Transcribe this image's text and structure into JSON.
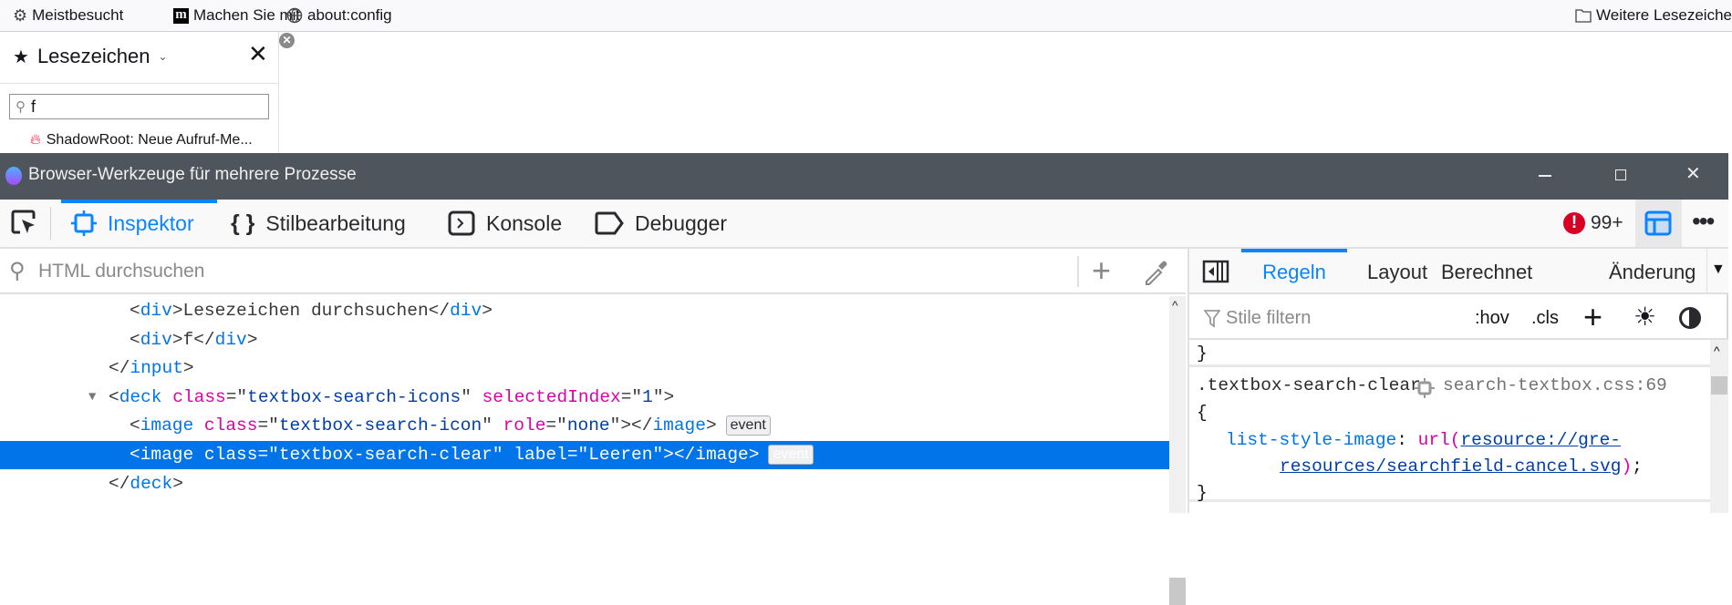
{
  "bookmarks_bar": {
    "items": [
      {
        "label": "Meistbesucht",
        "icon": "gear-icon"
      },
      {
        "label": "Machen Sie mit",
        "icon": "mozilla-m-icon"
      },
      {
        "label": "about:config",
        "icon": "globe-icon"
      }
    ],
    "other": "Weitere Lesezeichen"
  },
  "sidebar": {
    "title": "Lesezeichen",
    "search_value": "f",
    "results": [
      "ShadowRoot: Neue Aufruf-Me..."
    ]
  },
  "devtools": {
    "window_title": "Browser-Werkzeuge für mehrere Prozesse",
    "tools": [
      "Inspektor",
      "Stilbearbeitung",
      "Konsole",
      "Debugger"
    ],
    "error_count": "99+",
    "search_placeholder": "HTML durchsuchen",
    "markup_lines": [
      {
        "indent": 2,
        "tokens": [
          [
            "<",
            "pn"
          ],
          [
            "div",
            "tg"
          ],
          [
            ">",
            "pn"
          ],
          [
            "Lesezeichen durchsuchen",
            "tx"
          ],
          [
            "</",
            "pn"
          ],
          [
            "div",
            "tg"
          ],
          [
            ">",
            "pn"
          ]
        ]
      },
      {
        "indent": 2,
        "tokens": [
          [
            "<",
            "pn"
          ],
          [
            "div",
            "tg"
          ],
          [
            ">",
            "pn"
          ],
          [
            "f",
            "tx"
          ],
          [
            "</",
            "pn"
          ],
          [
            "div",
            "tg"
          ],
          [
            ">",
            "pn"
          ]
        ]
      },
      {
        "indent": 1,
        "tokens": [
          [
            "</",
            "pn"
          ],
          [
            "input",
            "tg"
          ],
          [
            ">",
            "pn"
          ]
        ]
      },
      {
        "indent": 1,
        "expanded": true,
        "tokens": [
          [
            "<",
            "pn"
          ],
          [
            "deck",
            "tg"
          ],
          [
            " ",
            "pn"
          ],
          [
            "class",
            "an"
          ],
          [
            "=\"",
            "pn"
          ],
          [
            "textbox-search-icons",
            "av"
          ],
          [
            "\" ",
            "pn"
          ],
          [
            "selectedIndex",
            "an"
          ],
          [
            "=\"",
            "pn"
          ],
          [
            "1",
            "av"
          ],
          [
            "\">",
            "pn"
          ]
        ]
      },
      {
        "indent": 2,
        "event": "event",
        "tokens": [
          [
            "<",
            "pn"
          ],
          [
            "image",
            "tg"
          ],
          [
            " ",
            "pn"
          ],
          [
            "class",
            "an"
          ],
          [
            "=\"",
            "pn"
          ],
          [
            "textbox-search-icon",
            "av"
          ],
          [
            "\" ",
            "pn"
          ],
          [
            "role",
            "an"
          ],
          [
            "=\"",
            "pn"
          ],
          [
            "none",
            "av"
          ],
          [
            "\">",
            "pn"
          ],
          [
            "</",
            "pn"
          ],
          [
            "image",
            "tg"
          ],
          [
            ">",
            "pn"
          ]
        ]
      },
      {
        "indent": 2,
        "selected": true,
        "event": "event",
        "tokens": [
          [
            "<",
            "pn"
          ],
          [
            "image",
            "tg"
          ],
          [
            " ",
            "pn"
          ],
          [
            "class",
            "an"
          ],
          [
            "=\"",
            "pn"
          ],
          [
            "textbox-search-clear",
            "av"
          ],
          [
            "\" ",
            "pn"
          ],
          [
            "label",
            "an"
          ],
          [
            "=\"",
            "pn"
          ],
          [
            "Leeren",
            "av"
          ],
          [
            "\">",
            "pn"
          ],
          [
            "</",
            "pn"
          ],
          [
            "image",
            "tg"
          ],
          [
            ">",
            "pn"
          ]
        ]
      },
      {
        "indent": 1,
        "tokens": [
          [
            "</",
            "pn"
          ],
          [
            "deck",
            "tg"
          ],
          [
            ">",
            "pn"
          ]
        ]
      }
    ],
    "sidebar_tabs": [
      "Regeln",
      "Layout",
      "Berechnet",
      "Änderung"
    ],
    "filter_placeholder": "Stile filtern",
    "hov": ":hov",
    "cls": ".cls",
    "rules": {
      "prev_close": "}",
      "selector": ".textbox-search-clear",
      "source": "search-textbox.css:69",
      "open": "{",
      "property": "list-style-image",
      "colon": ": ",
      "fn": "url(",
      "url1": "resource://gre-",
      "url2": "resources/searchfield-cancel.svg",
      "fn_close": ")",
      "semi": ";",
      "close": "}"
    }
  },
  "colors": {
    "accent": "#0a84ff",
    "selection": "#0074e8",
    "titlebar": "#4e555c",
    "error": "#d70022"
  }
}
